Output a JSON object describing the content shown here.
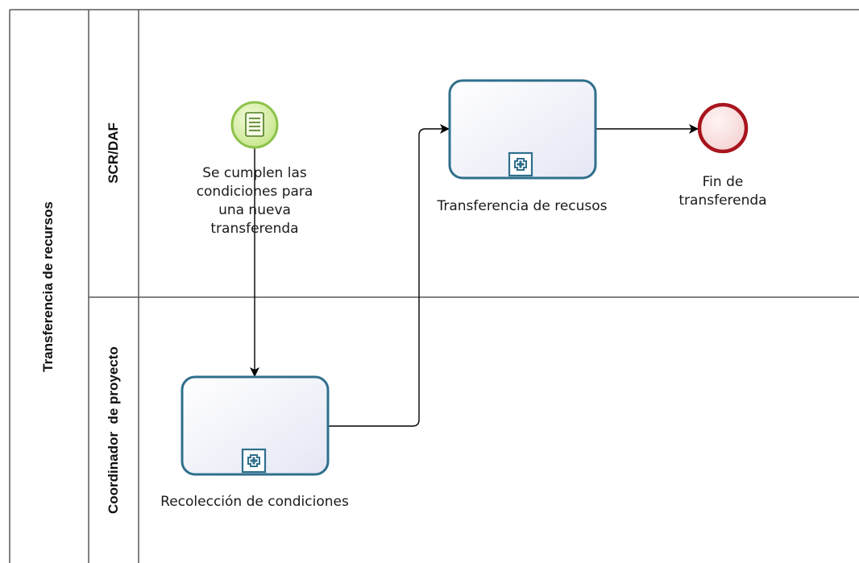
{
  "pool": {
    "label": "Transferencia de recursos"
  },
  "lanes": [
    {
      "label": "SCR/DAF"
    },
    {
      "label": "Coordinador  de proyecto"
    }
  ],
  "start_event": {
    "type": "conditional-start-event",
    "label": "Se cumplen las\ncondiciones para\nuna nueva\ntransferenda"
  },
  "tasks": [
    {
      "label": "Transferencia de recusos",
      "marker": "collapsed-subprocess-plus"
    },
    {
      "label": "Recolección de condiciones",
      "marker": "collapsed-subprocess-plus"
    }
  ],
  "end_event": {
    "type": "end-event",
    "label": "Fin de\ntransferenda"
  },
  "colors": {
    "lane_border": "#595959",
    "task_border": "#2f6f8c",
    "task_fill": "#eef0f8",
    "start_fill": "#d8f0a6",
    "start_border": "#7cb83a",
    "end_fill": "#fbe4e4",
    "end_border": "#a8141e",
    "flow": "#000000"
  }
}
